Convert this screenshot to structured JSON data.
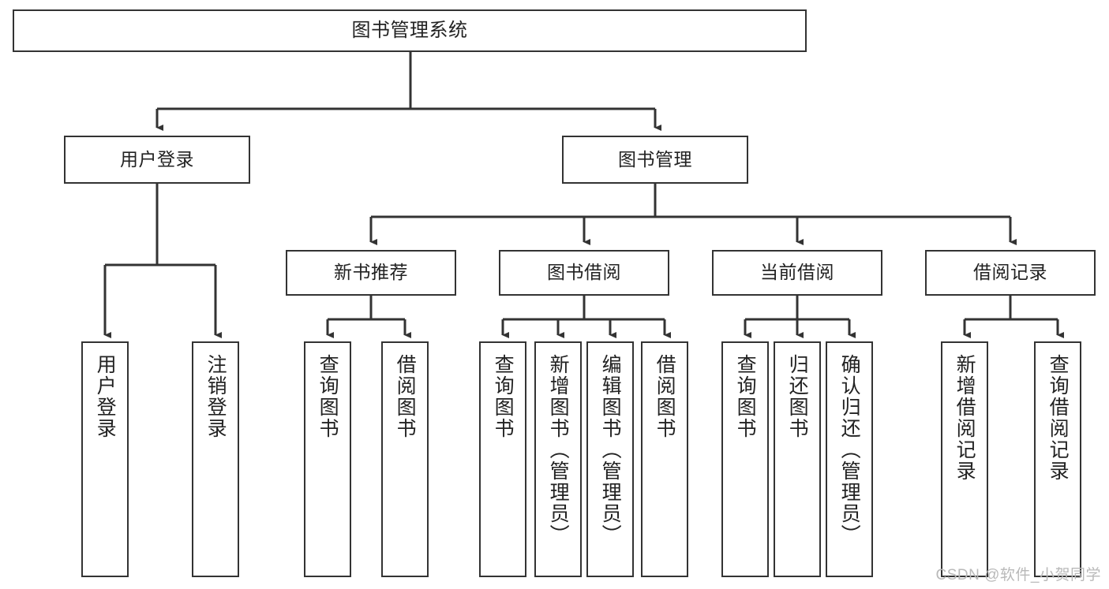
{
  "diagram": {
    "type": "tree-hierarchy",
    "title": "图书管理系统",
    "watermark": "CSDN @软件_小贺同学",
    "colors": {
      "box_border": "#333333",
      "box_fill": "#ffffff",
      "line": "#333333",
      "text": "#222222",
      "watermark": "#b9b9b9"
    },
    "nodes": {
      "root": {
        "label": "图书管理系统"
      },
      "level2": [
        {
          "label": "用户登录"
        },
        {
          "label": "图书管理"
        }
      ],
      "level3": [
        {
          "label": "新书推荐"
        },
        {
          "label": "图书借阅"
        },
        {
          "label": "当前借阅"
        },
        {
          "label": "借阅记录"
        }
      ],
      "leaves": {
        "user_login": [
          {
            "label": "用户登录"
          },
          {
            "label": "注销登录"
          }
        ],
        "new_book_recommend": [
          {
            "label": "查询图书"
          },
          {
            "label": "借阅图书"
          }
        ],
        "book_borrow": [
          {
            "label": "查询图书"
          },
          {
            "label": "新增图书（管理员）"
          },
          {
            "label": "编辑图书（管理员）"
          },
          {
            "label": "借阅图书"
          }
        ],
        "current_borrow": [
          {
            "label": "查询图书"
          },
          {
            "label": "归还图书"
          },
          {
            "label": "确认归还（管理员）"
          }
        ],
        "borrow_record": [
          {
            "label": "新增借阅记录"
          },
          {
            "label": "查询借阅记录"
          }
        ]
      }
    }
  }
}
